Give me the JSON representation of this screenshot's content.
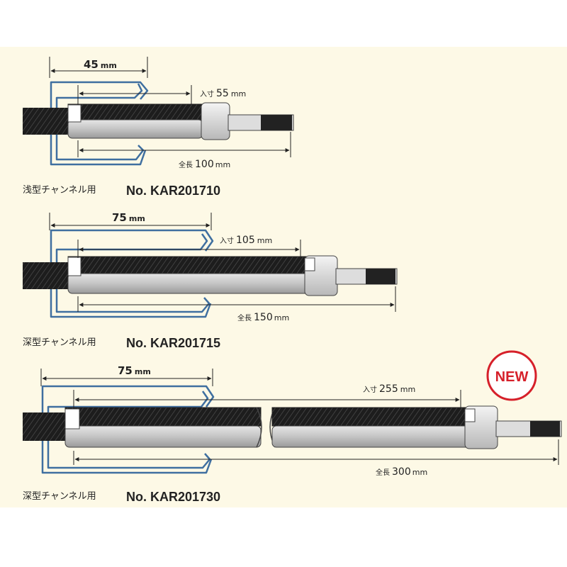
{
  "colors": {
    "background": "#fdf9e6",
    "channel": "#3f6fa0",
    "thread": "#1d1d1d",
    "sleeve": "#c4c4c4",
    "badge": "#d6202a"
  },
  "new_badge": {
    "label": "NEW"
  },
  "tools": [
    {
      "channel_width": "45",
      "channel_width_unit": "mm",
      "insert_prefix": "入寸",
      "insert_value": "55",
      "insert_unit": "mm",
      "total_prefix": "全長",
      "total_value": "100",
      "total_unit": "mm",
      "caption_type": "浅型チャンネル用",
      "caption_no": "No. KAR201710"
    },
    {
      "channel_width": "75",
      "channel_width_unit": "mm",
      "insert_prefix": "入寸",
      "insert_value": "105",
      "insert_unit": "mm",
      "total_prefix": "全長",
      "total_value": "150",
      "total_unit": "mm",
      "caption_type": "深型チャンネル用",
      "caption_no": "No. KAR201715"
    },
    {
      "channel_width": "75",
      "channel_width_unit": "mm",
      "insert_prefix": "入寸",
      "insert_value": "255",
      "insert_unit": "mm",
      "total_prefix": "全長",
      "total_value": "300",
      "total_unit": "mm",
      "caption_type": "深型チャンネル用",
      "caption_no": "No. KAR201730"
    }
  ]
}
